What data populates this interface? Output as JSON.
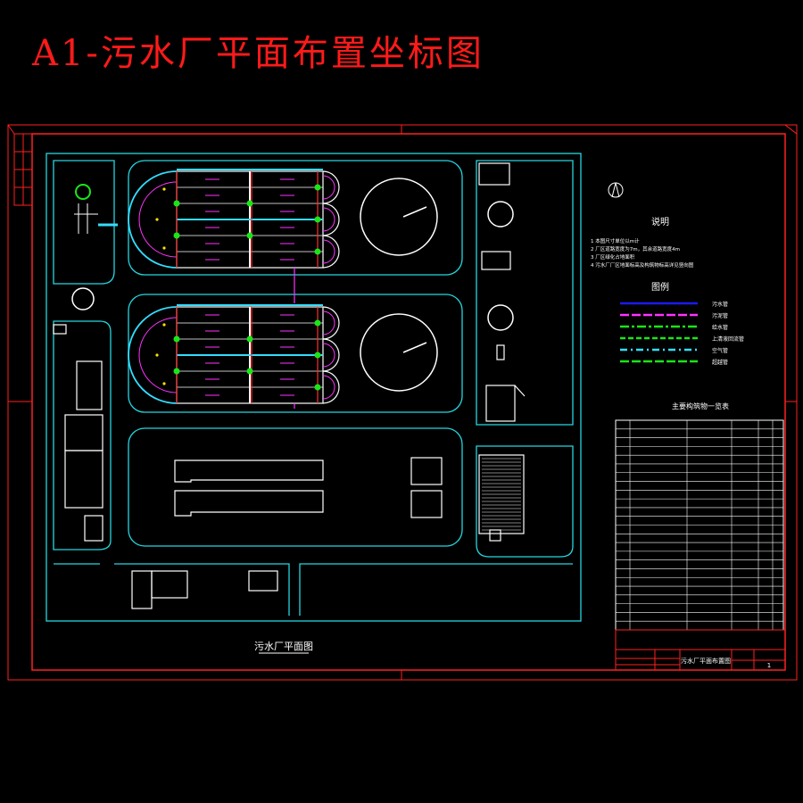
{
  "title": "A1-污水厂平面布置坐标图",
  "drawing_caption": "污水厂平面图",
  "notes": {
    "heading": "说明",
    "items": [
      "1 本图尺寸单位以m计",
      "2 厂区道路宽度为7m，其余道路宽度4m",
      "3 厂区绿化占地面积",
      "4 污水厂厂区地面标高及构筑物标高详见竖向图"
    ]
  },
  "legend": {
    "heading": "图例",
    "entries": [
      {
        "label": "污水管",
        "color": "#1a1aff"
      },
      {
        "label": "污泥管",
        "color": "#ff33ff"
      },
      {
        "label": "给水管",
        "color": "#19e619"
      },
      {
        "label": "上清液回流管",
        "color": "#19e619"
      },
      {
        "label": "空气管",
        "color": "#33ddff"
      },
      {
        "label": "超越管",
        "color": "#19e619"
      }
    ]
  },
  "structures_table": {
    "title": "主要构筑物一览表"
  },
  "title_block": {
    "project_name": "污水厂平面布置图",
    "drawing_no": "1"
  },
  "colors": {
    "border": "#ff2020",
    "site_lines": "#26d6e0",
    "structures": "#ffffff",
    "sludge_pipe": "#ff33ff",
    "air_pipe": "#33ddff",
    "water_pipe": "#19e619",
    "sewage_pipe": "#1a1aff",
    "valve": "#ffe000"
  }
}
